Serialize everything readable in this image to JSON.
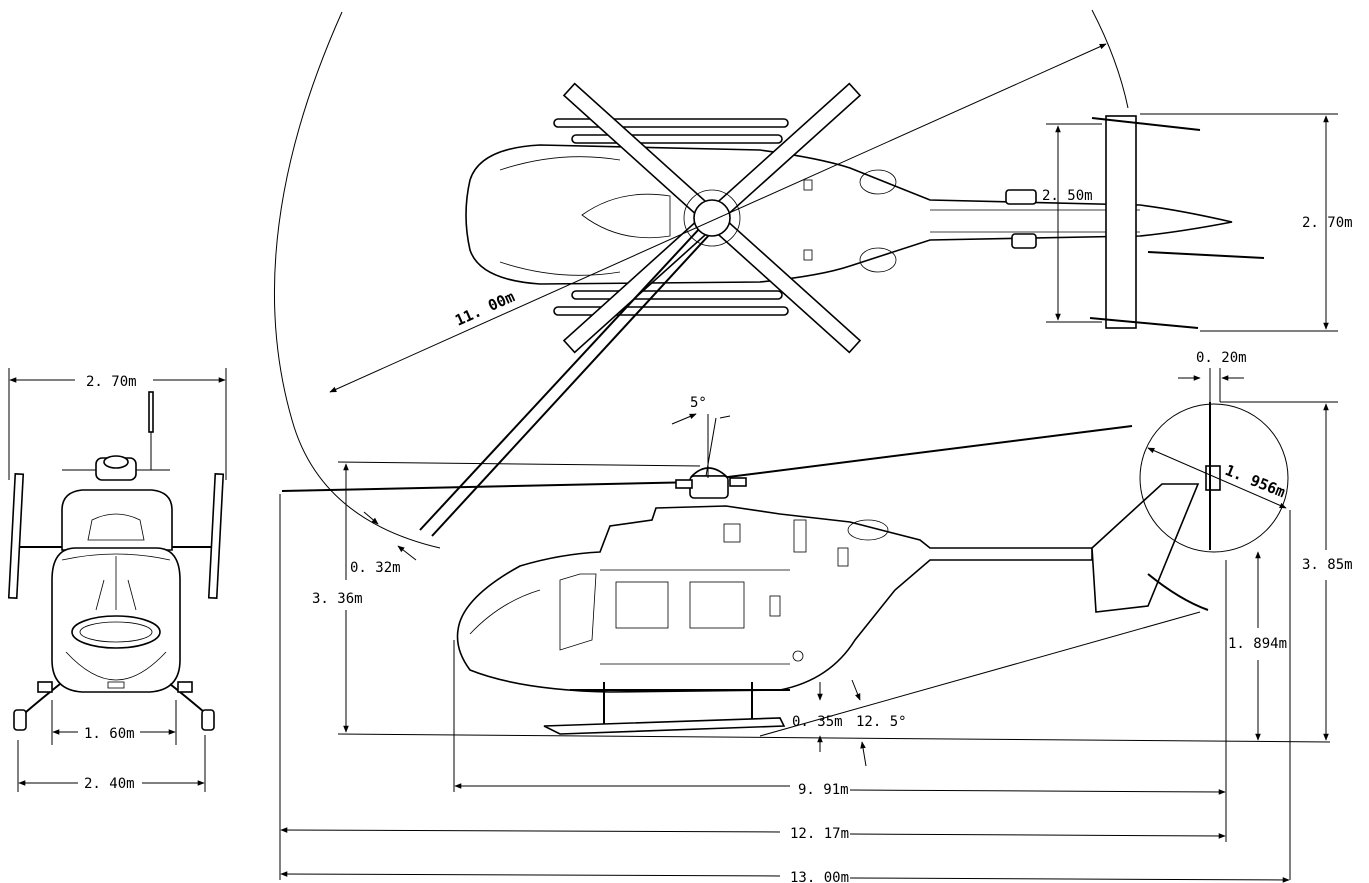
{
  "dimensions": {
    "front_width_top": "2. 70m",
    "front_skid_inner": "1. 60m",
    "front_skid_outer": "2. 40m",
    "rotor_diameter": "11. 00m",
    "plan_tail_span": "2. 50m",
    "plan_stabilizer_span": "2. 70m",
    "tail_rotor_offset": "0. 20m",
    "rotor_tilt": "5°",
    "tail_rotor_diameter": "1. 956m",
    "blade_clearance": "0. 32m",
    "rotor_height": "3. 36m",
    "overall_height": "3. 85m",
    "tail_rotor_hub_height": "1. 894m",
    "ground_clearance": "0. 35m",
    "tail_angle": "12. 5°",
    "fuselage_length": "9. 91m",
    "length_rotor_to_tail": "12. 17m",
    "overall_length": "13. 00m"
  }
}
